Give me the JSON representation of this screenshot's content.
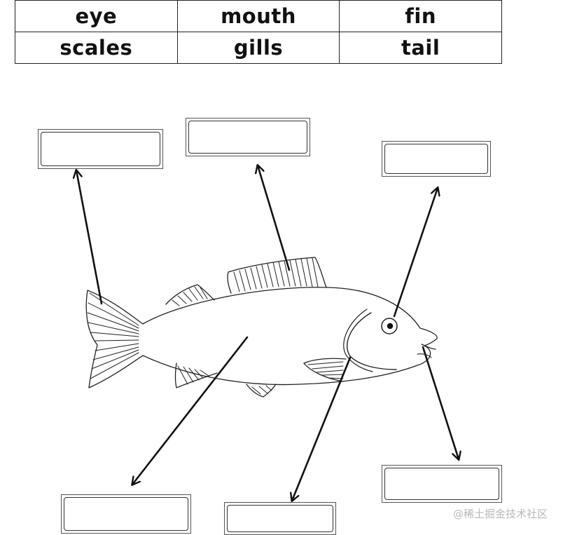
{
  "word_bank": [
    [
      "eye",
      "mouth",
      "fin"
    ],
    [
      "scales",
      "gills",
      "tail"
    ]
  ],
  "watermark": "@稀土掘金技术社区"
}
